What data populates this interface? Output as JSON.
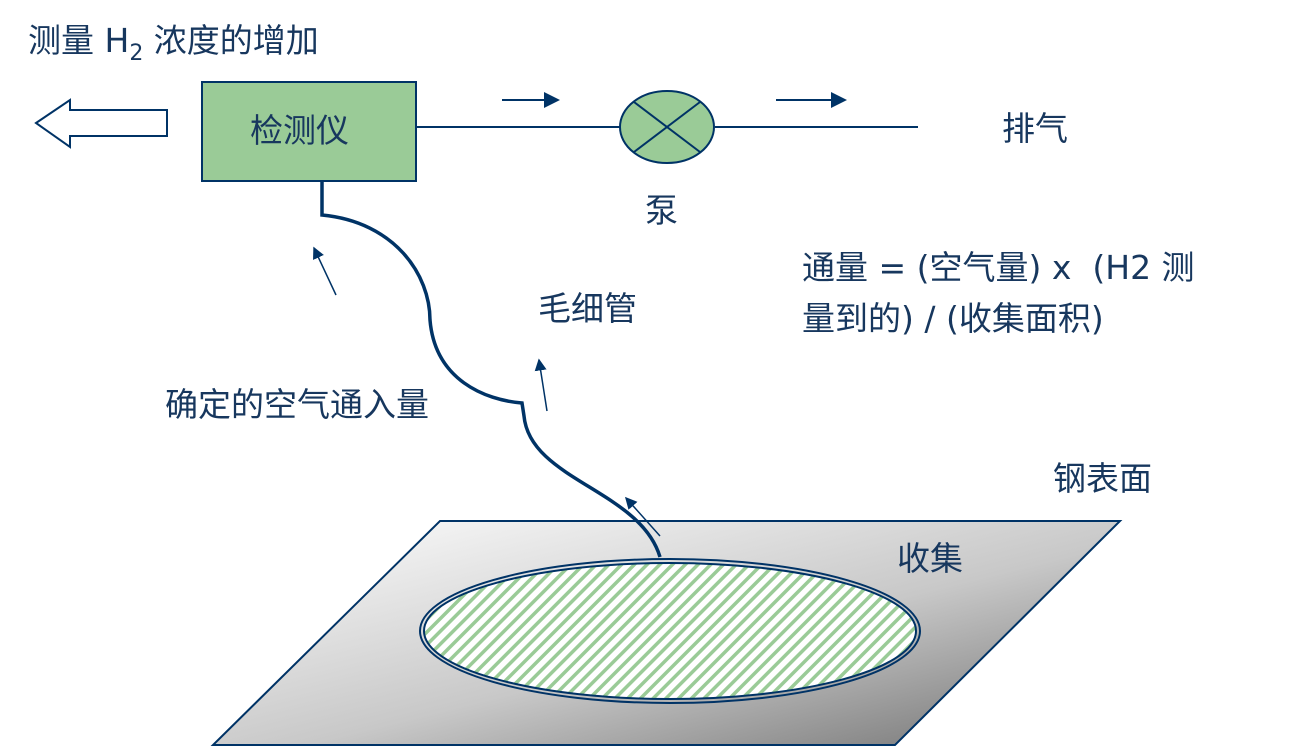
{
  "title": {
    "prefix": "测量 H",
    "subscript": "2",
    "suffix": " 浓度的增加"
  },
  "detector": {
    "label": "检测仪",
    "fill": "#9ACB97"
  },
  "pump": {
    "label": "泵"
  },
  "exhaust": {
    "label": "排气"
  },
  "capillary": {
    "label": "毛细管"
  },
  "air_inflow": {
    "label": "确定的空气通入量"
  },
  "steel_surface": {
    "label": "钢表面"
  },
  "collection": {
    "label": "收集"
  },
  "formula": {
    "line1": "通量 = (空气量) x  (H2 测",
    "line2": "量到的) / (收集面积)"
  },
  "colors": {
    "stroke": "#003366",
    "text": "#17375E",
    "green": "#9ACB97"
  }
}
